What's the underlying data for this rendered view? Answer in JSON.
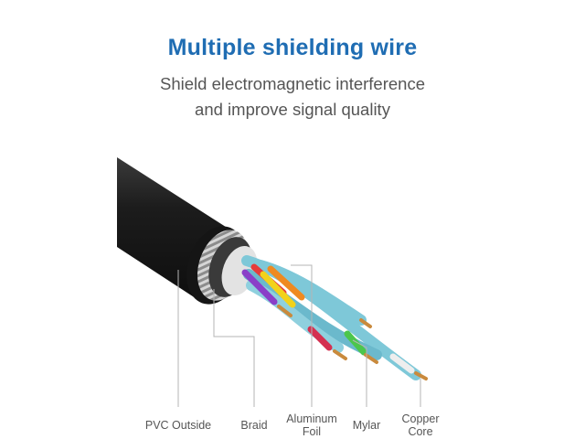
{
  "header": {
    "title": "Multiple shielding wire",
    "subtitle_line1": "Shield electromagnetic interference",
    "subtitle_line2": "and improve signal quality"
  },
  "layers": [
    {
      "line1": "PVC Outside",
      "line2": ""
    },
    {
      "line1": "Braid",
      "line2": ""
    },
    {
      "line1": "Aluminum",
      "line2": "Foil"
    },
    {
      "line1": "Mylar",
      "line2": ""
    },
    {
      "line1": "Copper",
      "line2": "Core"
    }
  ],
  "colors": {
    "title": "#1f6db3",
    "text": "#555555",
    "jacket": "#1e1e1e",
    "foil": "#7ec8d8",
    "copper": "#c98a3d"
  }
}
